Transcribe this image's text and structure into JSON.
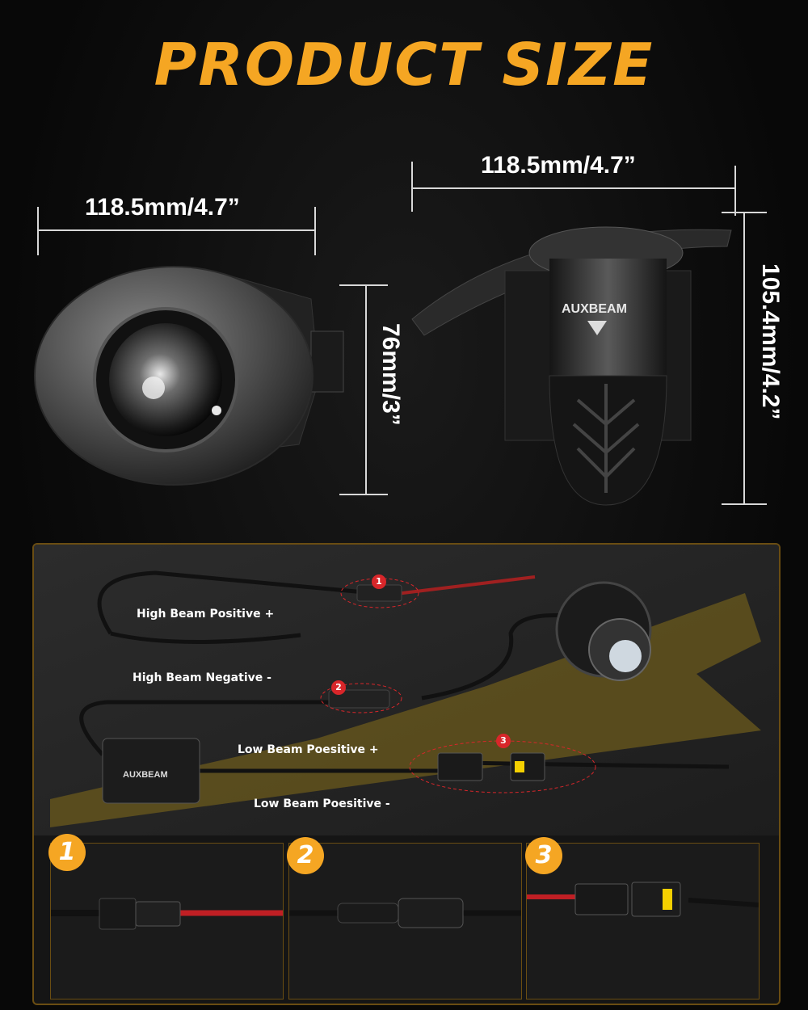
{
  "title": "PRODUCT SIZE",
  "brand": "AUXBEAM",
  "dimensions": {
    "front_width": "118.5mm/4.7”",
    "front_height": "76mm/3”",
    "side_width": "118.5mm/4.7”",
    "side_height": "105.4mm/4.2”"
  },
  "wiring": {
    "high_beam_positive": "High Beam Positive +",
    "high_beam_negative": "High Beam Negative -",
    "low_beam_positive": "Low Beam Poesitive +",
    "low_beam_negative": "Low Beam Poesitive -",
    "markers": [
      "1",
      "2",
      "3"
    ]
  },
  "details": [
    "1",
    "2",
    "3"
  ],
  "colors": {
    "accent": "#f5a623",
    "wire_red": "#d8262a",
    "border": "#6a4d12"
  }
}
